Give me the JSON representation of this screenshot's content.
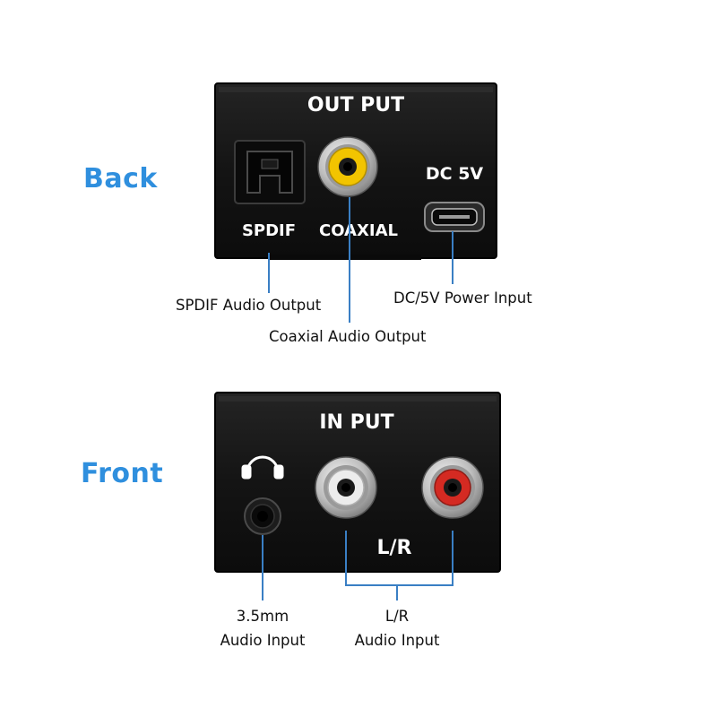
{
  "colors": {
    "accent": "#2f8fde",
    "panel": "#141414",
    "panel_edge": "#000000",
    "panel_text": "#ffffff",
    "leader_line": "#3a7fc4",
    "coax_inner": "#f2c400",
    "rca_white": "#e8e8e8",
    "rca_red": "#d42a22"
  },
  "back": {
    "side_label": "Back",
    "panel": {
      "title": "OUT PUT",
      "spdif_label": "SPDIF",
      "coaxial_label": "COAXIAL",
      "dc_label": "DC 5V"
    },
    "callouts": {
      "spdif": "SPDIF Audio Output",
      "coaxial": "Coaxial Audio Output",
      "power": "DC/5V Power Input"
    }
  },
  "front": {
    "side_label": "Front",
    "panel": {
      "title": "IN PUT",
      "lr_label": "L/R"
    },
    "callouts": {
      "jack_line1": "3.5mm",
      "jack_line2": "Audio Input",
      "lr_line1": "L/R",
      "lr_line2": "Audio Input"
    }
  },
  "icons": {
    "headphone": "headphone-icon",
    "optical_port": "optical-port-icon",
    "coax_port": "coaxial-jack-icon",
    "usb_port": "micro-usb-port-icon",
    "jack_port": "audio-jack-icon",
    "rca_left": "rca-jack-white-icon",
    "rca_right": "rca-jack-red-icon"
  }
}
